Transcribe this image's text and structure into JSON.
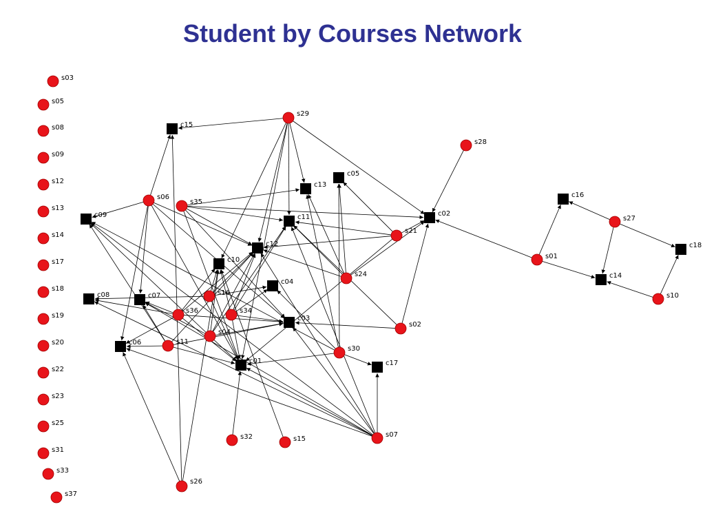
{
  "title": "Student by Courses Network",
  "colors": {
    "title": "#2e3192",
    "student_node": "#e8141a",
    "student_outline": "#a00000",
    "course_node": "#000000",
    "edge": "#000000"
  },
  "legend_shapes": {
    "student": "red-circle",
    "course": "black-square"
  },
  "students": [
    "s01",
    "s02",
    "s03",
    "s04",
    "s05",
    "s06",
    "s07",
    "s08",
    "s09",
    "s10",
    "s11",
    "s12",
    "s13",
    "s14",
    "s15",
    "s16",
    "s17",
    "s18",
    "s19",
    "s20",
    "s21",
    "s22",
    "s23",
    "s24",
    "s25",
    "s26",
    "s27",
    "s28",
    "s29",
    "s30",
    "s31",
    "s32",
    "s33",
    "s34",
    "s35",
    "s36",
    "s37"
  ],
  "courses": [
    "c01",
    "c02",
    "c03",
    "c04",
    "c05",
    "c06",
    "c07",
    "c08",
    "c09",
    "c10",
    "c11",
    "c12",
    "c13",
    "c14",
    "c15",
    "c16",
    "c17",
    "c18"
  ],
  "edges": [
    [
      "s29",
      "c15"
    ],
    [
      "s29",
      "c11"
    ],
    [
      "s29",
      "c12"
    ],
    [
      "s29",
      "c10"
    ],
    [
      "s29",
      "c01"
    ],
    [
      "s29",
      "c02"
    ],
    [
      "s29",
      "c13"
    ],
    [
      "s28",
      "c02"
    ],
    [
      "s06",
      "c09"
    ],
    [
      "s06",
      "c15"
    ],
    [
      "s06",
      "c07"
    ],
    [
      "s06",
      "c06"
    ],
    [
      "s06",
      "c12"
    ],
    [
      "s06",
      "c03"
    ],
    [
      "s06",
      "c01"
    ],
    [
      "s35",
      "c11"
    ],
    [
      "s35",
      "c13"
    ],
    [
      "s35",
      "c12"
    ],
    [
      "s35",
      "c03"
    ],
    [
      "s35",
      "c01"
    ],
    [
      "s35",
      "c02"
    ],
    [
      "s21",
      "c05"
    ],
    [
      "s21",
      "c12"
    ],
    [
      "s21",
      "c02"
    ],
    [
      "s21",
      "c01"
    ],
    [
      "s21",
      "c11"
    ],
    [
      "s24",
      "c05"
    ],
    [
      "s24",
      "c13"
    ],
    [
      "s24",
      "c11"
    ],
    [
      "s24",
      "c02"
    ],
    [
      "s24",
      "c12"
    ],
    [
      "s01",
      "c02"
    ],
    [
      "s01",
      "c16"
    ],
    [
      "s01",
      "c14"
    ],
    [
      "s27",
      "c16"
    ],
    [
      "s27",
      "c14"
    ],
    [
      "s27",
      "c18"
    ],
    [
      "s10",
      "c14"
    ],
    [
      "s10",
      "c18"
    ],
    [
      "s16",
      "c08"
    ],
    [
      "s16",
      "c04"
    ],
    [
      "s16",
      "c10"
    ],
    [
      "s16",
      "c12"
    ],
    [
      "s16",
      "c01"
    ],
    [
      "s36",
      "c08"
    ],
    [
      "s36",
      "c07"
    ],
    [
      "s36",
      "c10"
    ],
    [
      "s36",
      "c12"
    ],
    [
      "s36",
      "c03"
    ],
    [
      "s36",
      "c01"
    ],
    [
      "s36",
      "c06"
    ],
    [
      "s34",
      "c04"
    ],
    [
      "s34",
      "c11"
    ],
    [
      "s34",
      "c03"
    ],
    [
      "s34",
      "c01"
    ],
    [
      "s34",
      "c12"
    ],
    [
      "s34",
      "c10"
    ],
    [
      "s04",
      "c07"
    ],
    [
      "s04",
      "c09"
    ],
    [
      "s04",
      "c10"
    ],
    [
      "s04",
      "c03"
    ],
    [
      "s04",
      "c01"
    ],
    [
      "s04",
      "c12"
    ],
    [
      "s04",
      "c11"
    ],
    [
      "s11",
      "c09"
    ],
    [
      "s11",
      "c07"
    ],
    [
      "s11",
      "c06"
    ],
    [
      "s11",
      "c12"
    ],
    [
      "s11",
      "c03"
    ],
    [
      "s11",
      "c01"
    ],
    [
      "s02",
      "c02"
    ],
    [
      "s02",
      "c11"
    ],
    [
      "s02",
      "c03"
    ],
    [
      "s30",
      "c04"
    ],
    [
      "s30",
      "c05"
    ],
    [
      "s30",
      "c01"
    ],
    [
      "s30",
      "c17"
    ],
    [
      "s30",
      "c13"
    ],
    [
      "s30",
      "c09"
    ],
    [
      "s07",
      "c17"
    ],
    [
      "s07",
      "c06"
    ],
    [
      "s07",
      "c03"
    ],
    [
      "s07",
      "c12"
    ],
    [
      "s07",
      "c11"
    ],
    [
      "s07",
      "c08"
    ],
    [
      "s07",
      "c09"
    ],
    [
      "s07",
      "c01"
    ],
    [
      "s07",
      "c07"
    ],
    [
      "s32",
      "c01"
    ],
    [
      "s15",
      "c10"
    ],
    [
      "s26",
      "c06"
    ],
    [
      "s26",
      "c15"
    ],
    [
      "s26",
      "c10"
    ]
  ]
}
